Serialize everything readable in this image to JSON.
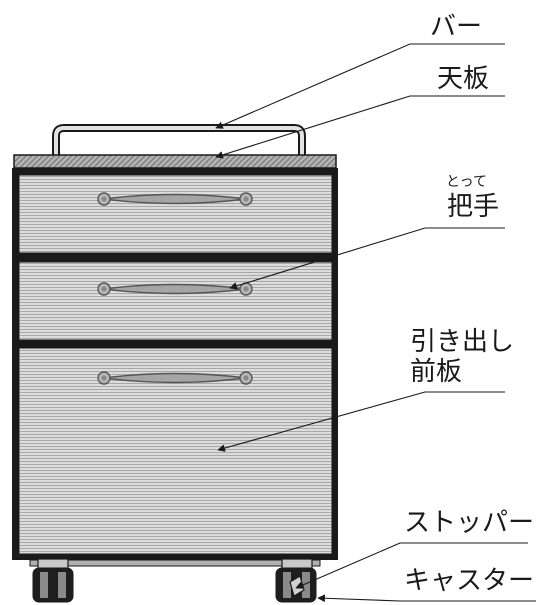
{
  "labels": {
    "bar": "バー",
    "top_board": "天板",
    "handle_ruby": "とって",
    "handle": "把手",
    "drawer_front_line1": "引き出し",
    "drawer_front_line2": "前板",
    "stopper": "ストッパー",
    "caster": "キャスター"
  },
  "colors": {
    "frame": "#1a1a1a",
    "panel_light": "#dcdcdc",
    "panel_line": "#a8a8a8",
    "top_board": "#a0a0a0",
    "handle_fill": "#a9a9a9",
    "bar_fill": "#d9d9d9",
    "leader_line": "#1a1a1a"
  }
}
